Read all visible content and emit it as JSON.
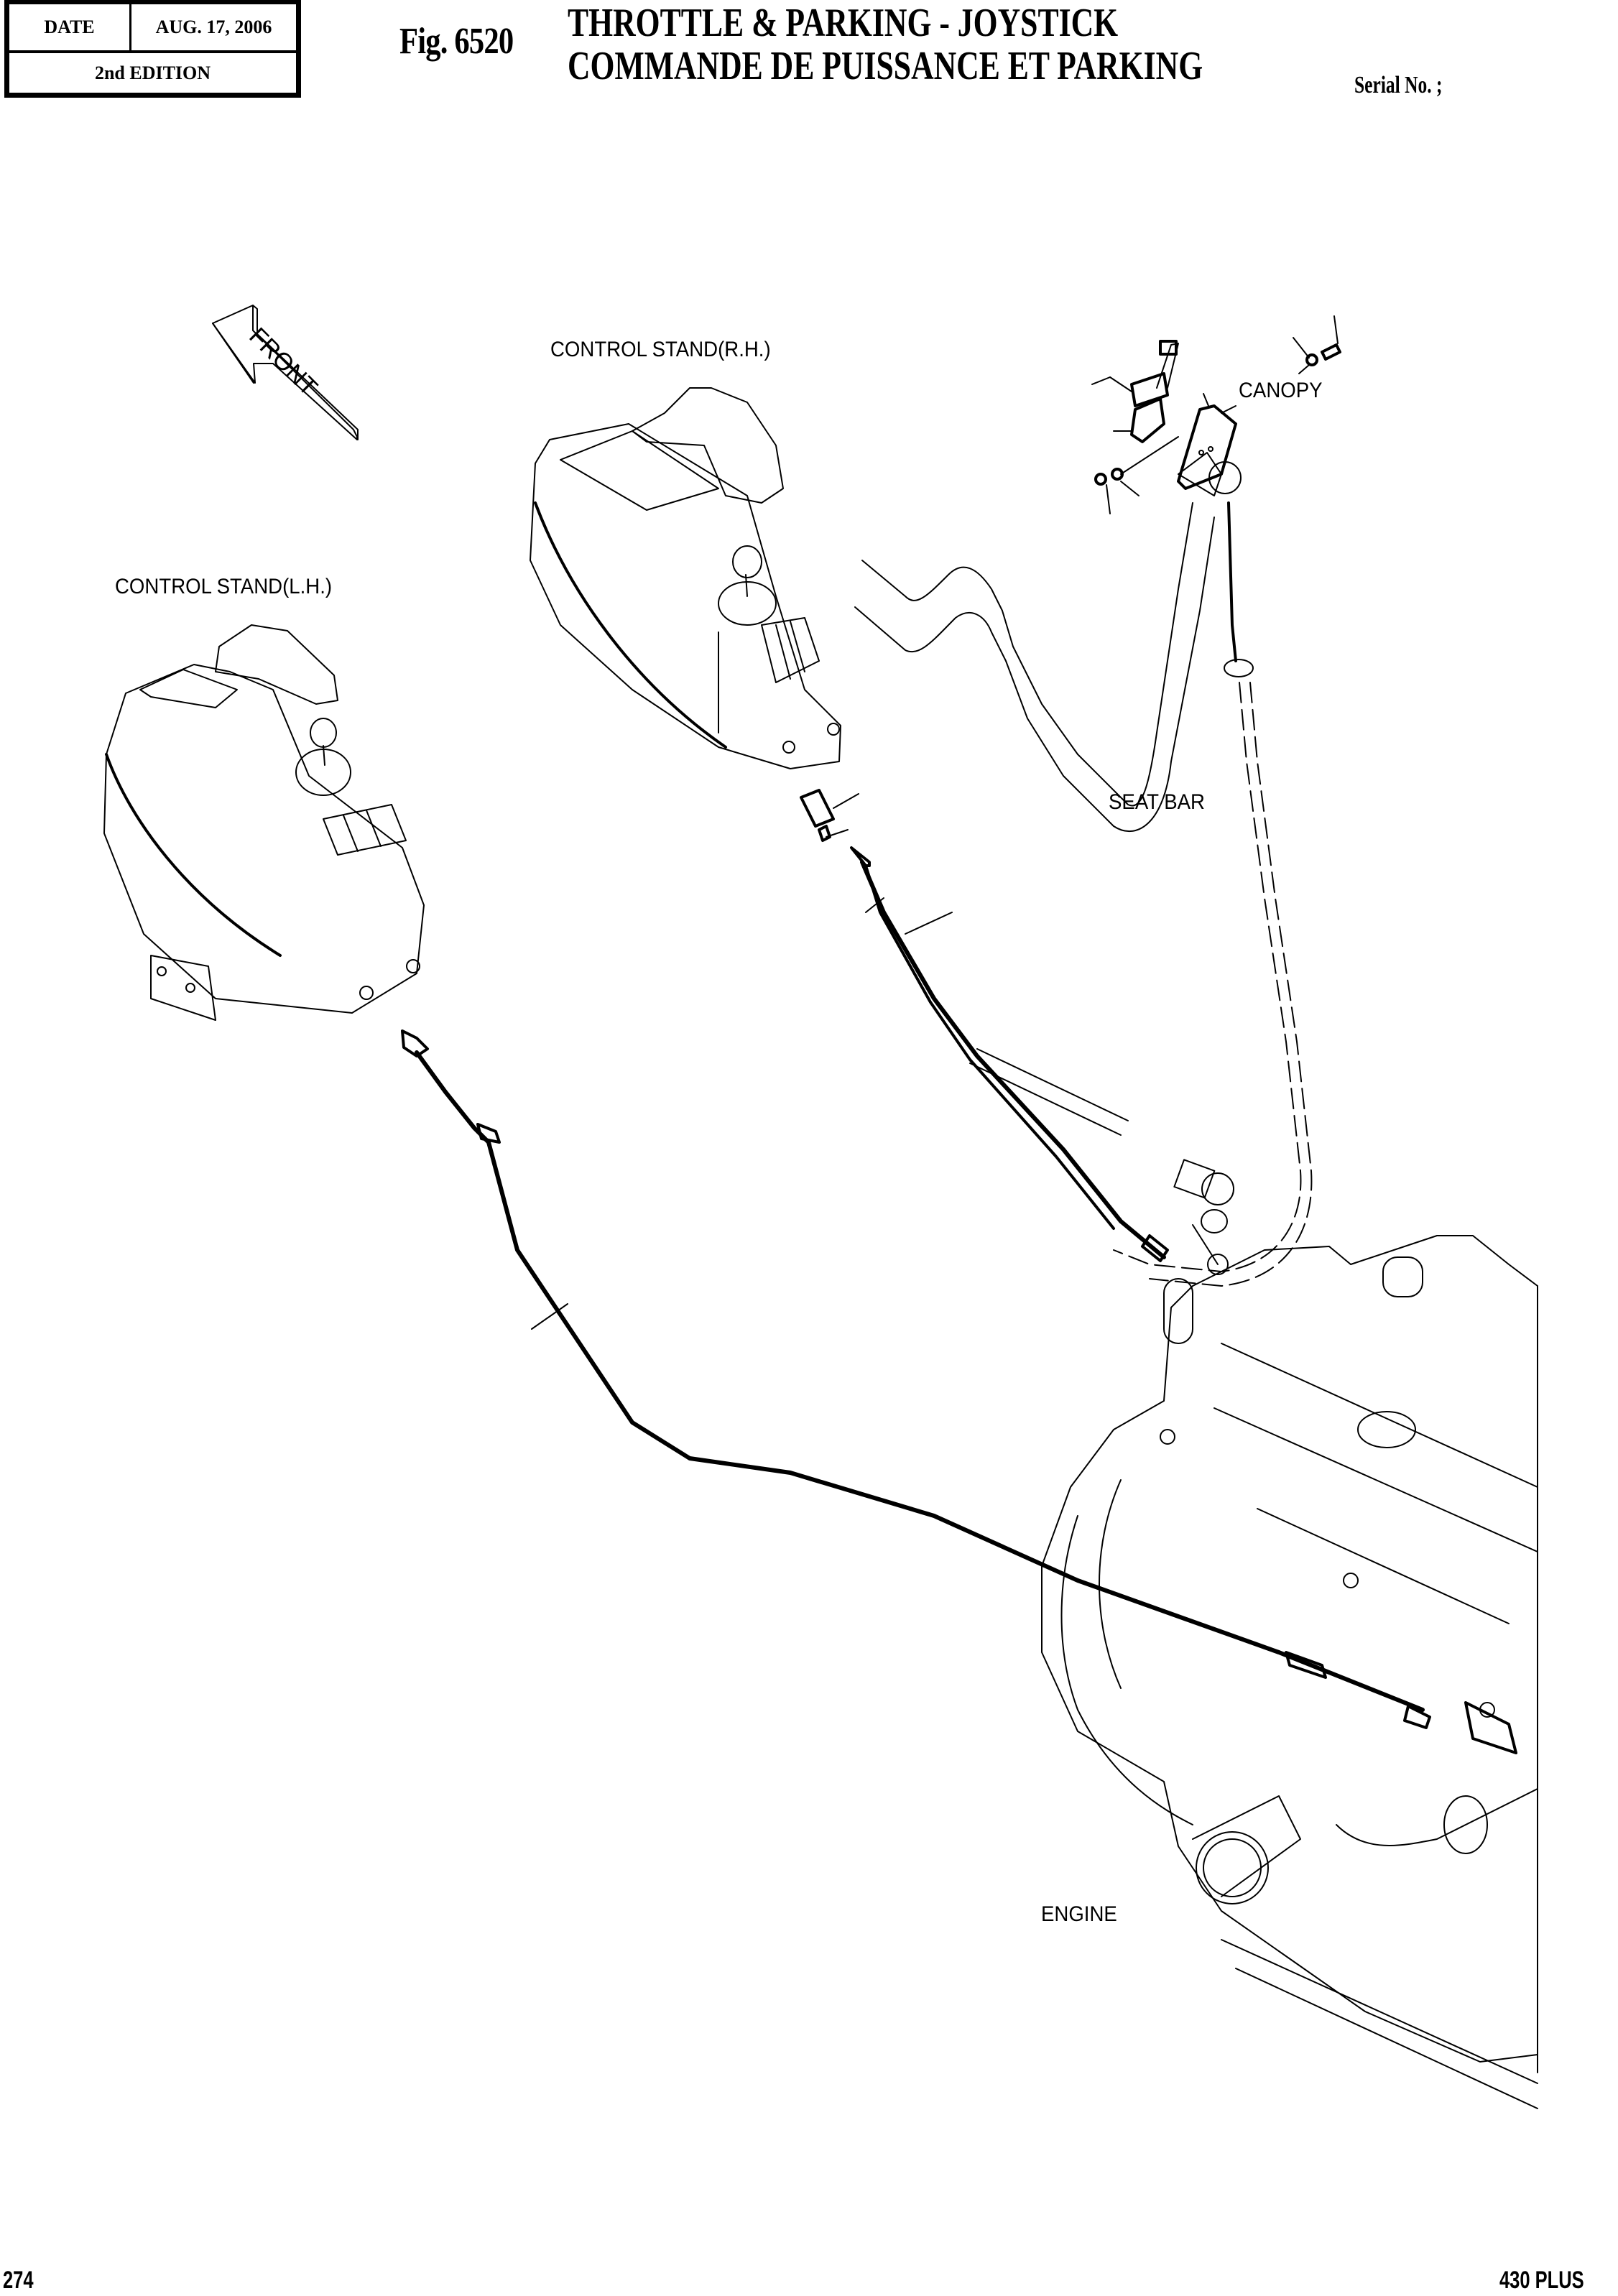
{
  "header": {
    "date_label": "DATE",
    "date_value": "AUG. 17, 2006",
    "edition": "2nd EDITION",
    "figure_number": "Fig. 6520",
    "title_en": "THROTTLE & PARKING - JOYSTICK",
    "title_fr": "COMMANDE DE PUISSANCE ET PARKING",
    "serial": "Serial No. ;"
  },
  "drawing": {
    "direction_arrow": "FRONT",
    "labels": {
      "control_stand_rh": "CONTROL STAND(R.H.)",
      "control_stand_lh": "CONTROL STAND(L.H.)",
      "canopy": "CANOPY",
      "seat_bar": "SEAT BAR",
      "engine": "ENGINE"
    }
  },
  "footer": {
    "page_number": "274",
    "model": "430 PLUS"
  }
}
